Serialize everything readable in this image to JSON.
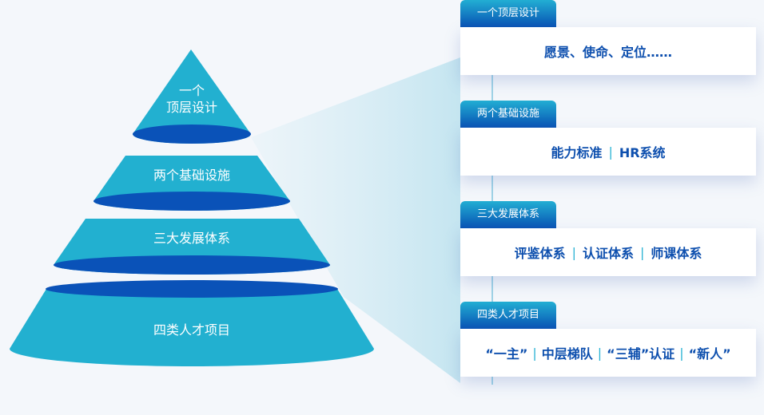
{
  "pyramid": [
    {
      "line1": "一个",
      "line2": "顶层设计"
    },
    {
      "label": "两个基础设施"
    },
    {
      "label": "三大发展体系"
    },
    {
      "label": "四类人才项目"
    }
  ],
  "cards": [
    {
      "tab": "一个顶层设计",
      "items": [
        "愿景、使命、定位……"
      ]
    },
    {
      "tab": "两个基础设施",
      "items": [
        "能力标准",
        "HR系统"
      ]
    },
    {
      "tab": "三大发展体系",
      "items": [
        "评鉴体系",
        "认证体系",
        "师课体系"
      ]
    },
    {
      "tab": "四类人才项目",
      "items": [
        "“一主”",
        "中层梯队",
        "“三辅”认证",
        "“新人”"
      ]
    }
  ],
  "separator": "|",
  "colors": {
    "teal": "#22b0d0",
    "blue": "#0a52b8"
  }
}
